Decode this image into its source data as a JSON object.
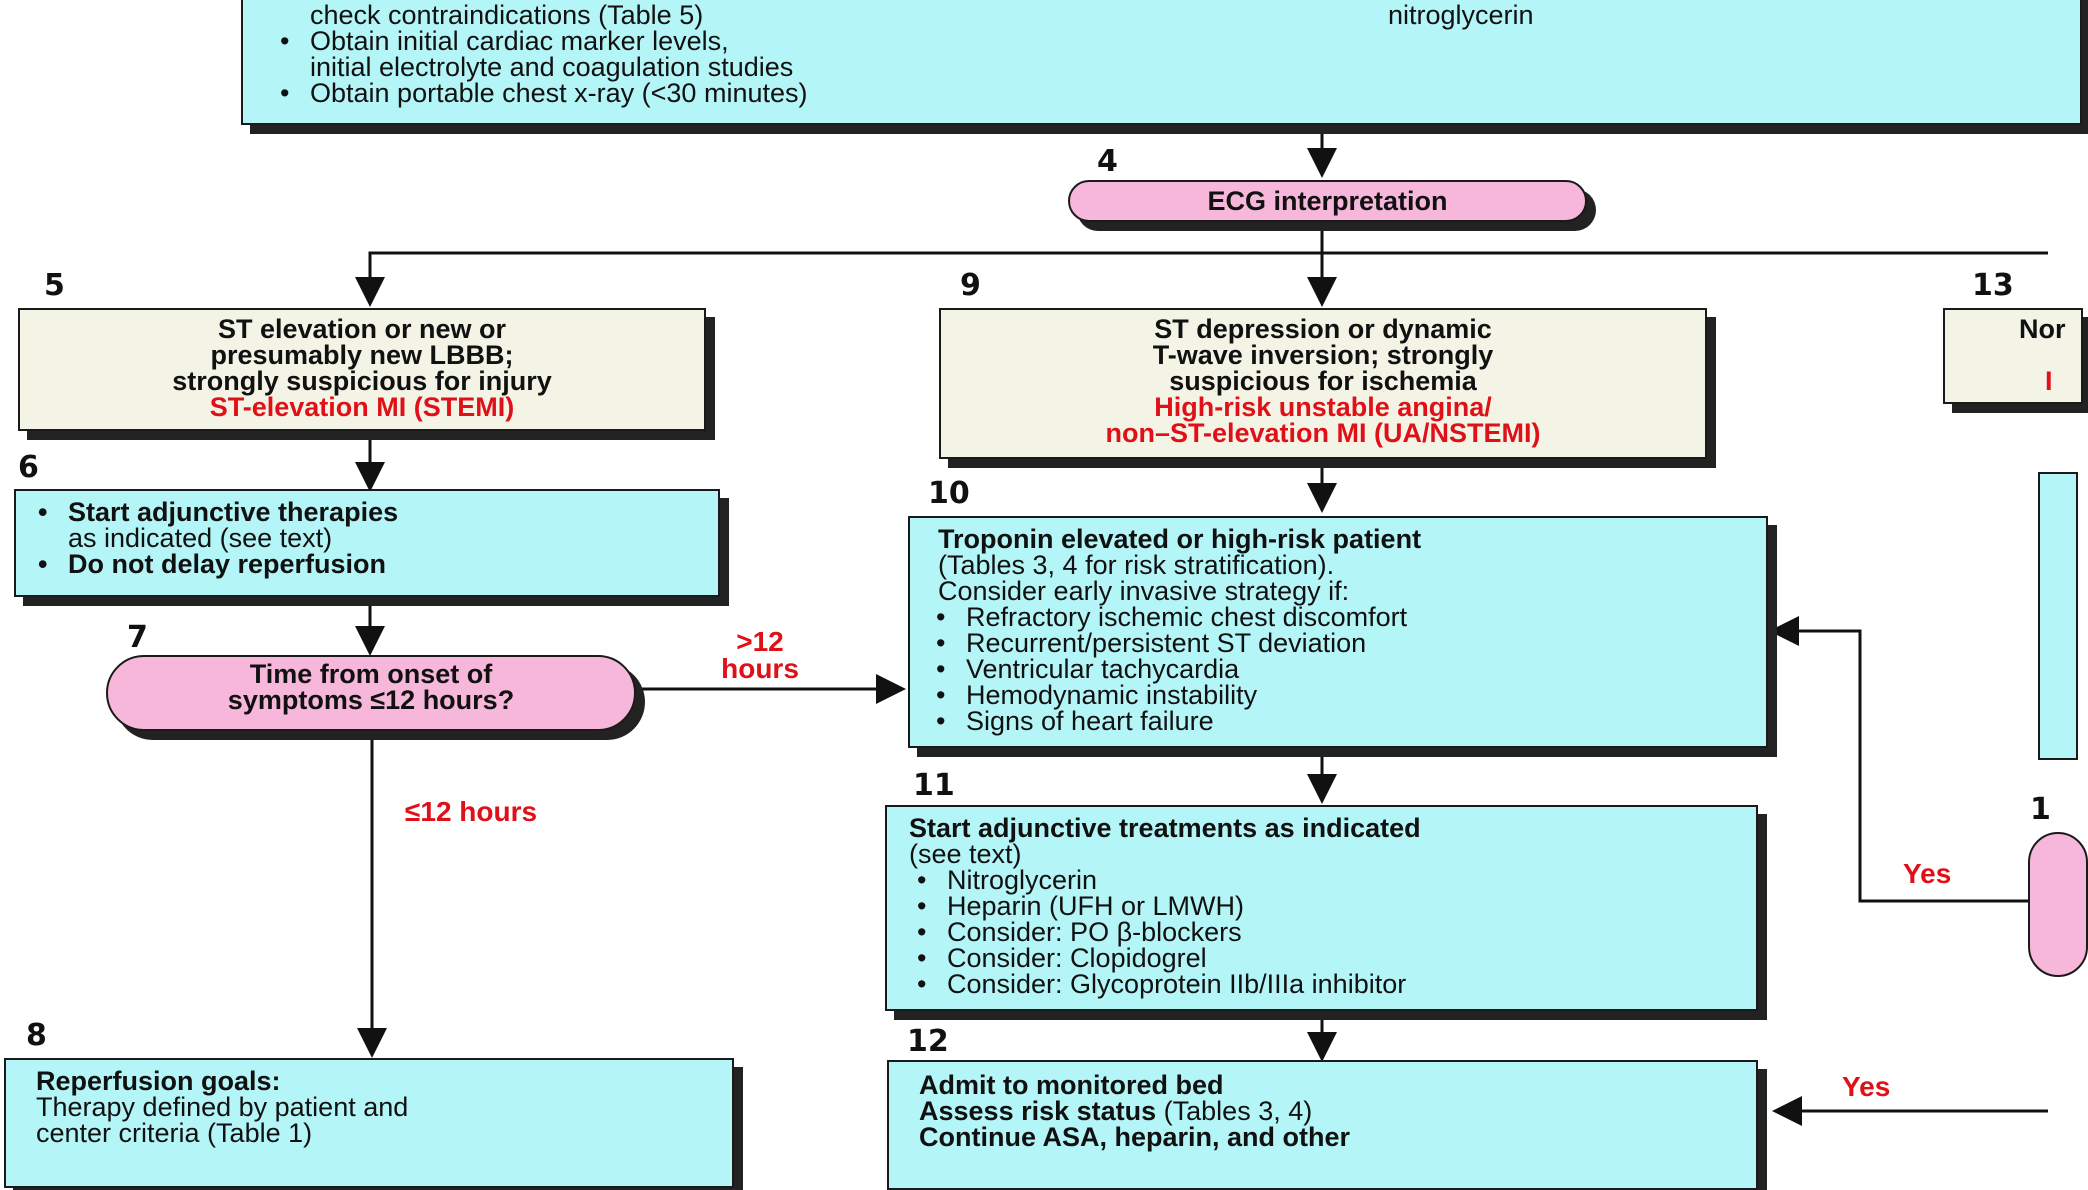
{
  "top_left_box": {
    "lines": [
      "check contraindications (Table 5)"
    ],
    "bullets": [
      "Obtain initial cardiac marker levels,",
      "Obtain portable chest x-ray (<30 minutes)"
    ],
    "bullet1_cont": "initial electrolyte and coagulation studies"
  },
  "top_right_box": {
    "text": "nitroglycerin"
  },
  "step4": {
    "num": "4",
    "label": "ECG interpretation"
  },
  "step5": {
    "num": "5",
    "lines": [
      "ST elevation or new or",
      "presumably new LBBB;",
      "strongly suspicious for injury"
    ],
    "red": "ST-elevation MI (STEMI)"
  },
  "step9": {
    "num": "9",
    "lines": [
      "ST depression or dynamic",
      "T-wave inversion; strongly",
      "suspicious for ischemia"
    ],
    "red_lines": [
      "High-risk unstable angina/",
      "non–ST-elevation MI (UA/NSTEMI)"
    ]
  },
  "step13": {
    "num": "13",
    "partial": "Nor"
  },
  "step6": {
    "num": "6",
    "items": [
      "Start adjunctive therapies",
      "Do not delay reperfusion"
    ],
    "item1_cont": "as indicated (see text)"
  },
  "step7": {
    "num": "7",
    "lines": [
      "Time from onset of",
      "symptoms ≤12 hours?"
    ]
  },
  "label_gt12": ">12\nhours",
  "label_le12": "≤12 hours",
  "step10": {
    "num": "10",
    "title": "Troponin elevated or high-risk patient",
    "lines": [
      "(Tables 3, 4 for risk stratification).",
      "Consider early invasive strategy if:"
    ],
    "bullets": [
      "Refractory ischemic chest discomfort",
      "Recurrent/persistent ST deviation",
      "Ventricular tachycardia",
      "Hemodynamic instability",
      "Signs of heart failure"
    ]
  },
  "step11": {
    "num": "11",
    "title": "Start adjunctive treatments as indicated",
    "sub": "(see text)",
    "bullets": [
      "Nitroglycerin",
      "Heparin (UFH or LMWH)",
      "Consider: PO β-blockers",
      "Consider: Clopidogrel",
      "Consider: Glycoprotein IIb/IIIa inhibitor"
    ]
  },
  "step8": {
    "num": "8",
    "title": "Reperfusion goals:",
    "lines": [
      "Therapy defined by patient and",
      "center criteria (Table 1)"
    ]
  },
  "step12": {
    "num": "12",
    "line1": "Admit to monitored bed",
    "line2_bold": "Assess risk status",
    "line2_rest": " (Tables 3, 4)",
    "line3": "Continue ASA, heparin, and other"
  },
  "side_step_num": "1",
  "yes_label": "Yes",
  "yes_label_2": "Yes",
  "colors": {
    "cyan": "#b4f5f7",
    "beige": "#f4f4e6",
    "pink": "#f7b7da",
    "red": "#e01018"
  }
}
